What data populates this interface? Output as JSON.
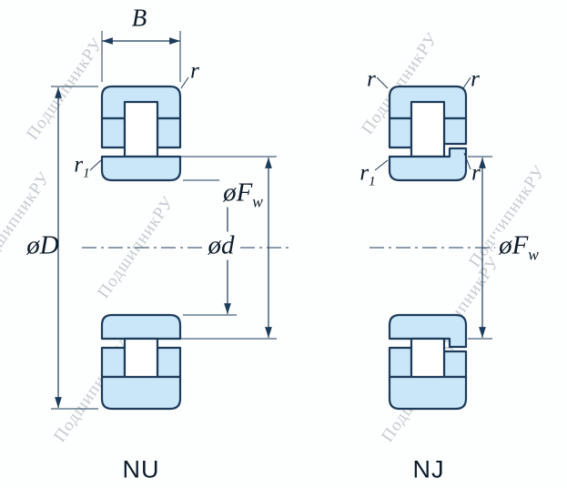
{
  "watermark": {
    "text": "ПодшипникРУ"
  },
  "left_diagram": {
    "name": "NU",
    "labels": {
      "B": "B",
      "r": "r",
      "r1": {
        "base": "r",
        "sub": "1"
      },
      "oD": "øD",
      "od": "ød",
      "oFw": {
        "base": "øF",
        "sub": "w"
      }
    }
  },
  "right_diagram": {
    "name": "NJ",
    "labels": {
      "r_top_left": "r",
      "r_top_right": "r",
      "r1": {
        "base": "r",
        "sub": "1"
      },
      "r_inner": "r",
      "oFw": {
        "base": "øF",
        "sub": "w"
      }
    }
  },
  "colors": {
    "line": "#1d3b5a",
    "fill": "#c9e7f8",
    "watermark": "#b9bfc6",
    "text": "#0d1b29"
  }
}
